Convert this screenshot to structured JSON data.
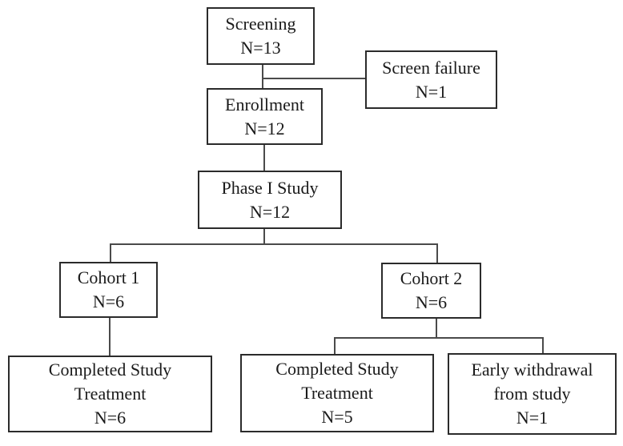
{
  "colors": {
    "background": "#ffffff",
    "box_border": "#2b2b2b",
    "connector": "#4a4a4a",
    "text": "#1a1a1a"
  },
  "nodes": {
    "screening": {
      "lines": [
        "Screening",
        "N=13"
      ]
    },
    "screen_failure": {
      "lines": [
        "Screen failure",
        "N=1"
      ]
    },
    "enrollment": {
      "lines": [
        "Enrollment",
        "N=12"
      ]
    },
    "phase1_study": {
      "lines": [
        "Phase I Study",
        "N=12"
      ]
    },
    "cohort1": {
      "lines": [
        "Cohort 1",
        "N=6"
      ]
    },
    "cohort2": {
      "lines": [
        "Cohort 2",
        "N=6"
      ]
    },
    "cohort1_completed": {
      "lines": [
        "Completed Study",
        "Treatment",
        "N=6"
      ]
    },
    "cohort2_completed": {
      "lines": [
        "Completed Study",
        "Treatment",
        "N=5"
      ]
    },
    "early_withdrawal": {
      "lines": [
        "Early withdrawal",
        "from study",
        "N=1"
      ]
    }
  }
}
